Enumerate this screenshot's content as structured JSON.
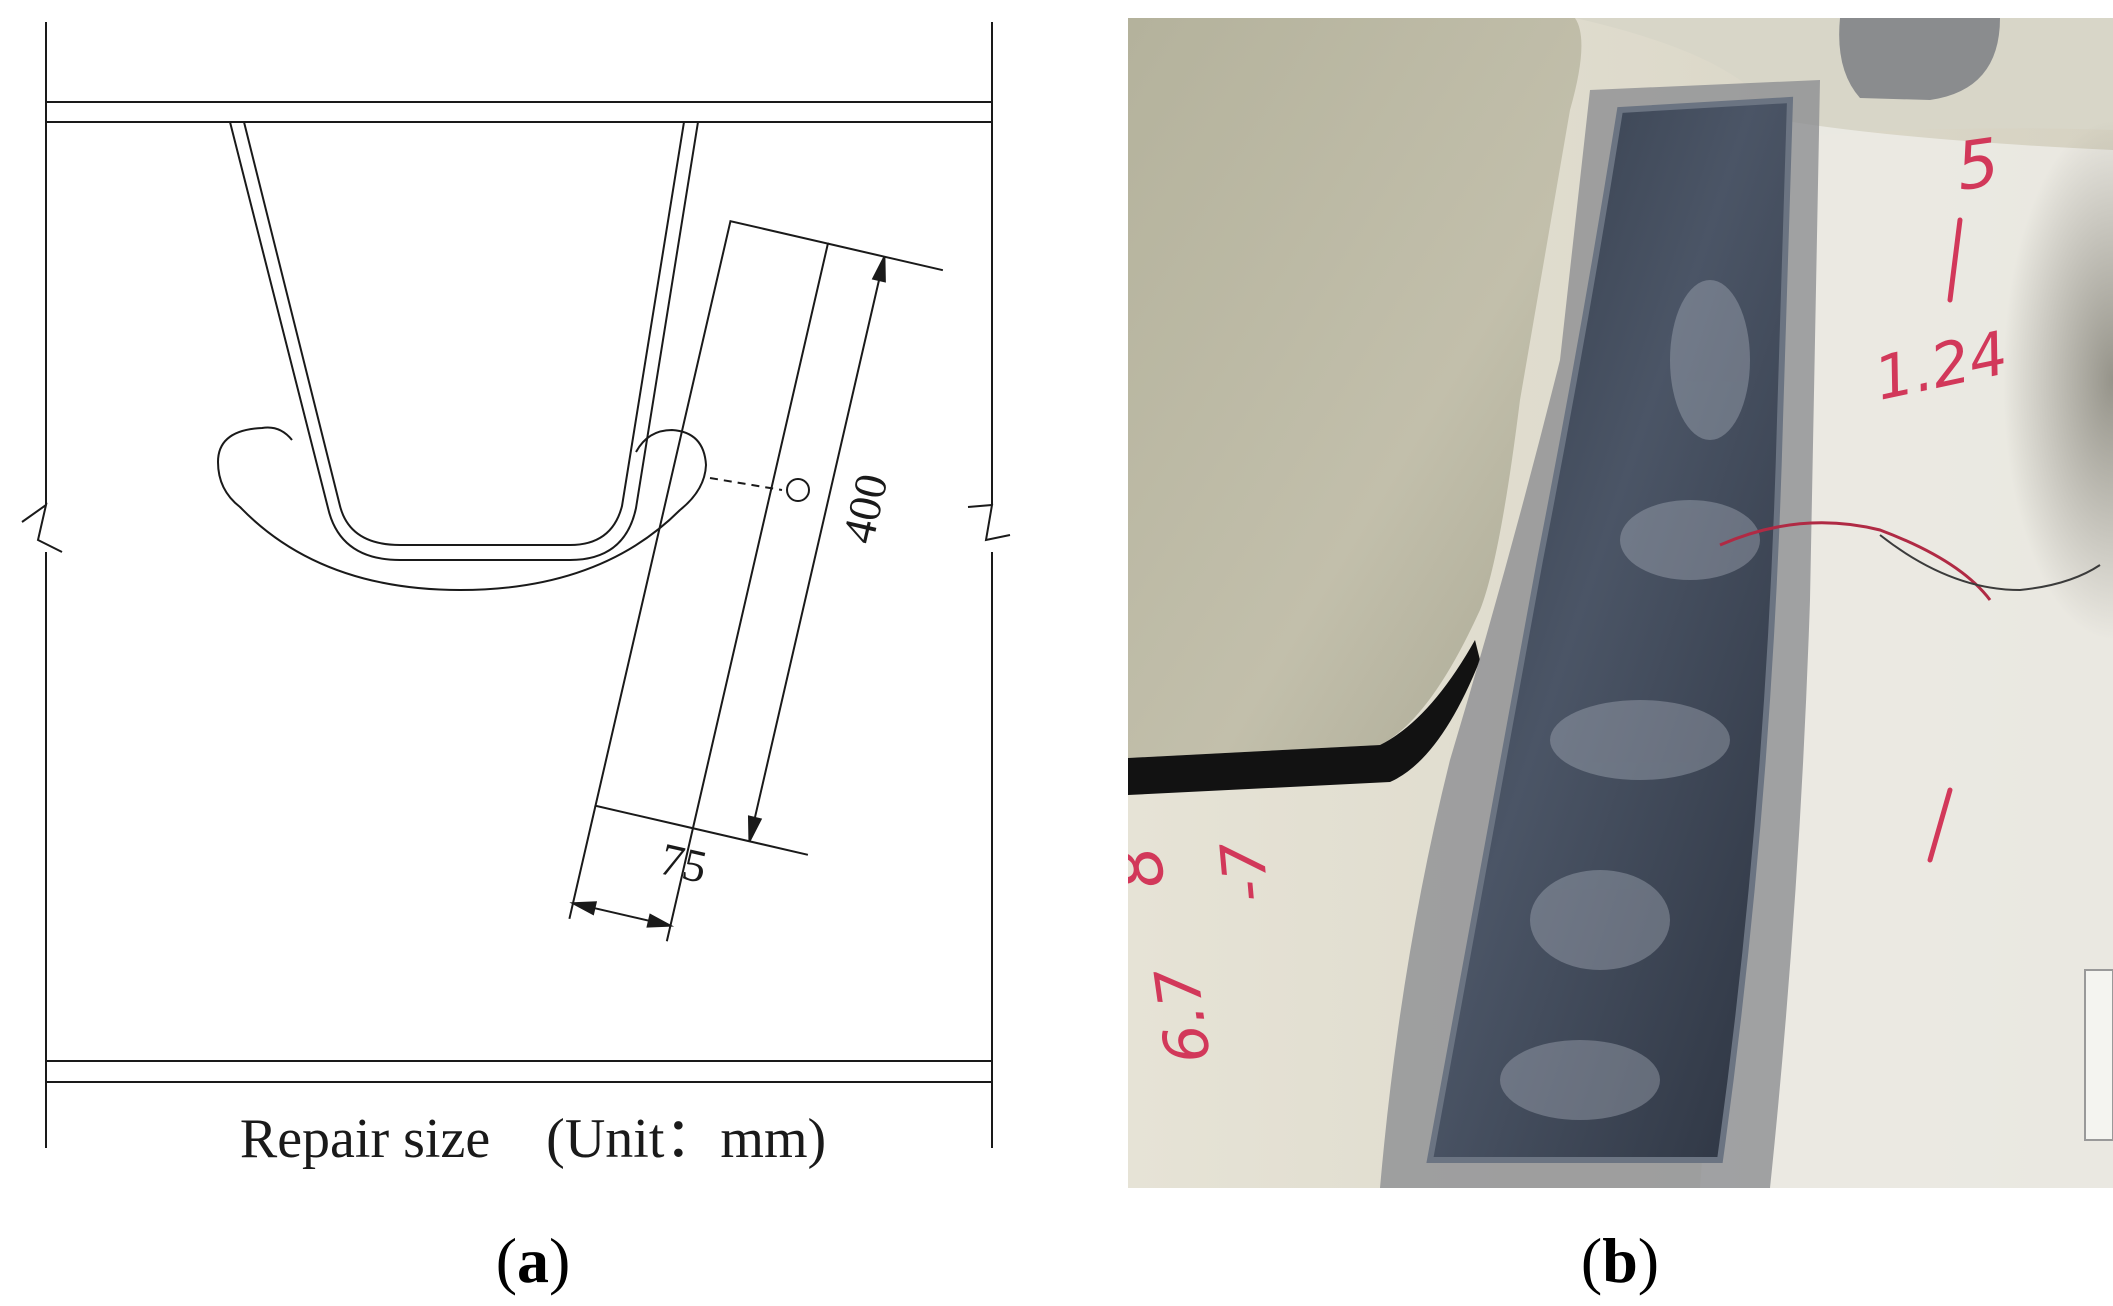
{
  "panel_a": {
    "dim_length": "400",
    "dim_width": "75",
    "caption": "Repair size　(Unit：mm)",
    "label_open": "(",
    "label": "a",
    "label_close": ")"
  },
  "panel_b": {
    "photo_marks": [
      "5",
      "1.24",
      "8",
      "-7",
      "6.7"
    ],
    "label_open": "(",
    "label": "b",
    "label_close": ")"
  },
  "colors": {
    "line": "#1a1a1a",
    "wall": "#b9b6a2",
    "floor": "#dedbcc",
    "patch": "#3d4654",
    "marker_red": "#d2385a"
  }
}
